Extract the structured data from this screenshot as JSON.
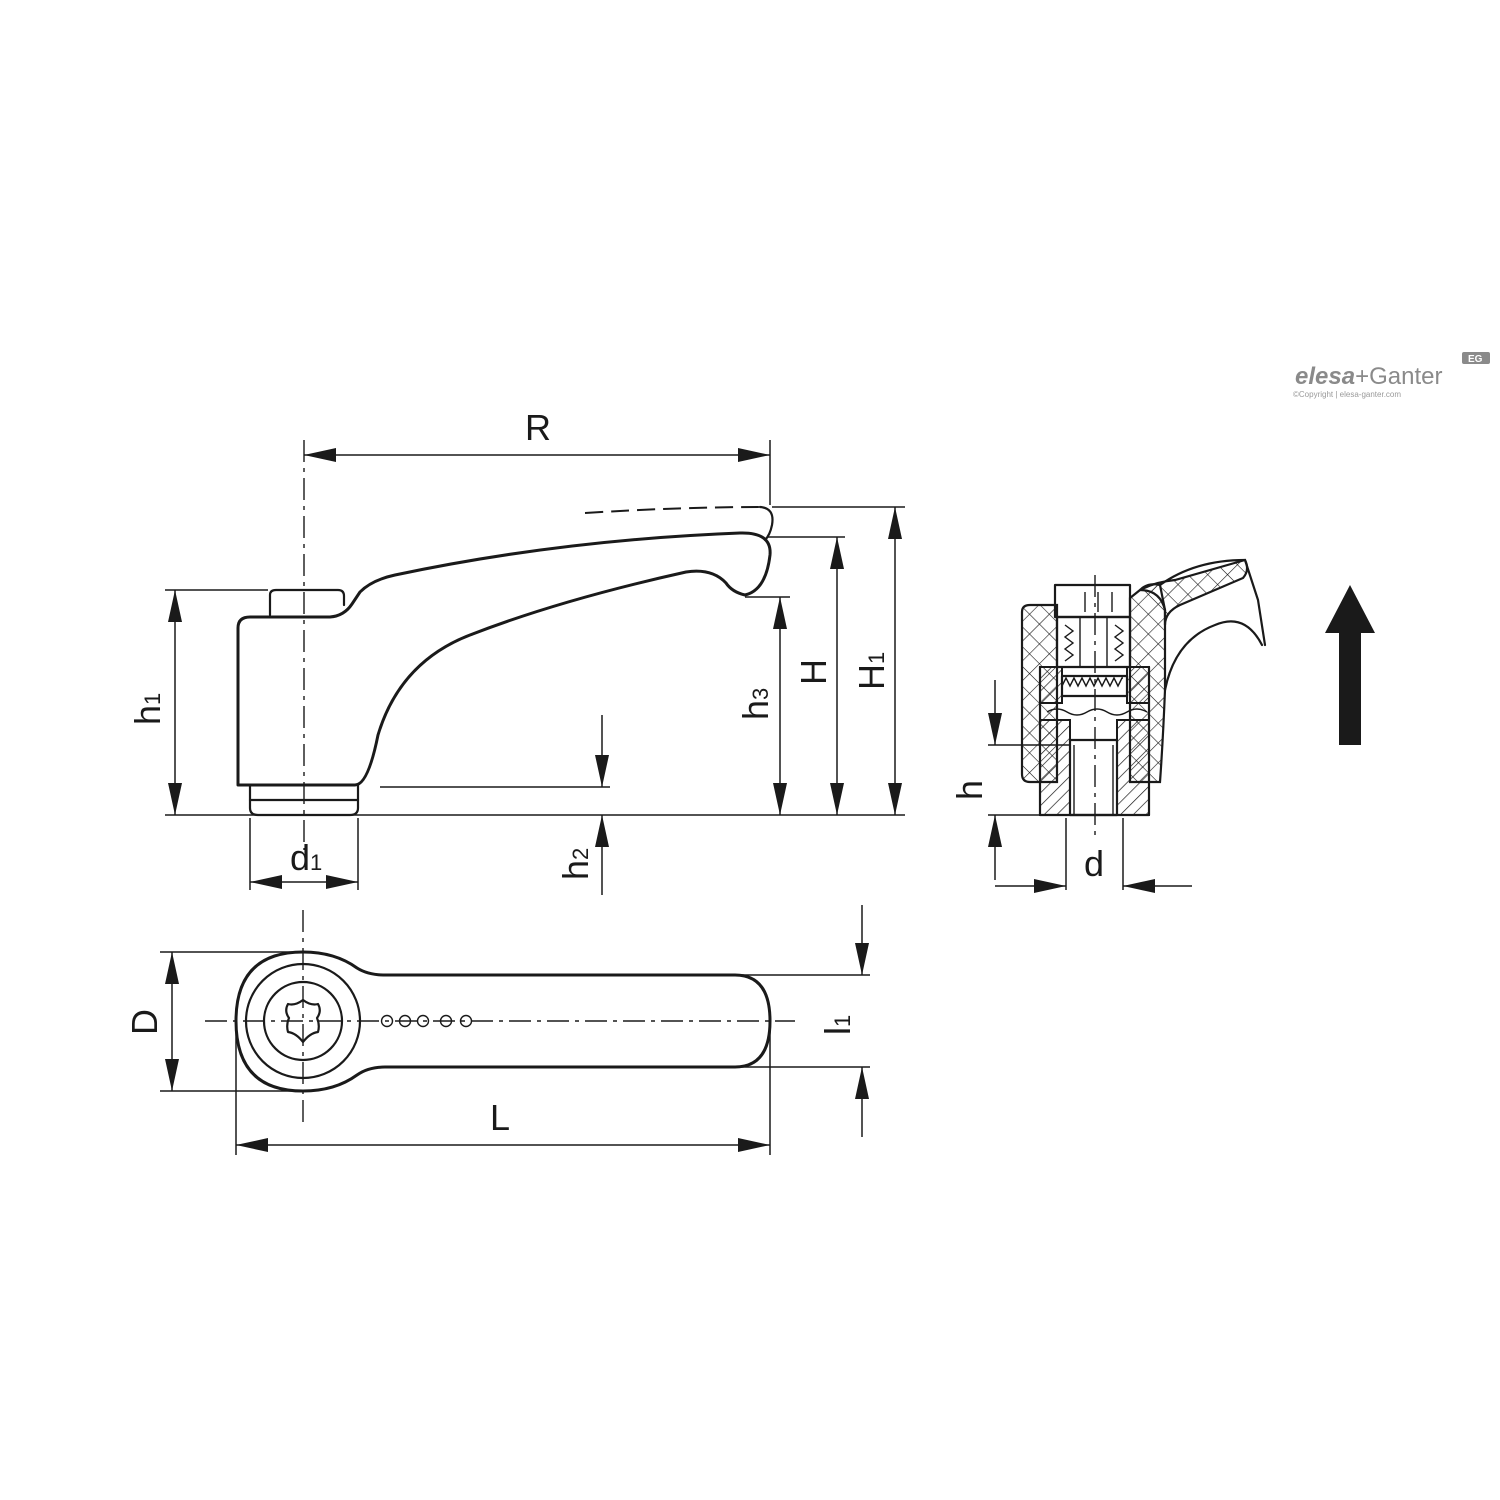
{
  "brand": {
    "name": "elesa+Ganter",
    "name_part1": "elesa",
    "name_part2": "+Ganter",
    "copyright": "©Copyright | elesa-ganter.com",
    "badge": "EG",
    "color": "#8a8a8a"
  },
  "dimensions": {
    "R": "R",
    "h1": "h",
    "h1_sub": "1",
    "d1": "d",
    "d1_sub": "1",
    "h2": "h",
    "h2_sub": "2",
    "h3": "h",
    "h3_sub": "3",
    "H": "H",
    "H1": "H",
    "H1_sub": "1",
    "h": "h",
    "d": "d",
    "D": "D",
    "L": "L",
    "l1": "l",
    "l1_sub": "1"
  },
  "icons": {
    "direction": "arrow-up-icon",
    "socket": "torx-socket-icon"
  },
  "line_color": "#1a1a1a",
  "background": "#ffffff"
}
